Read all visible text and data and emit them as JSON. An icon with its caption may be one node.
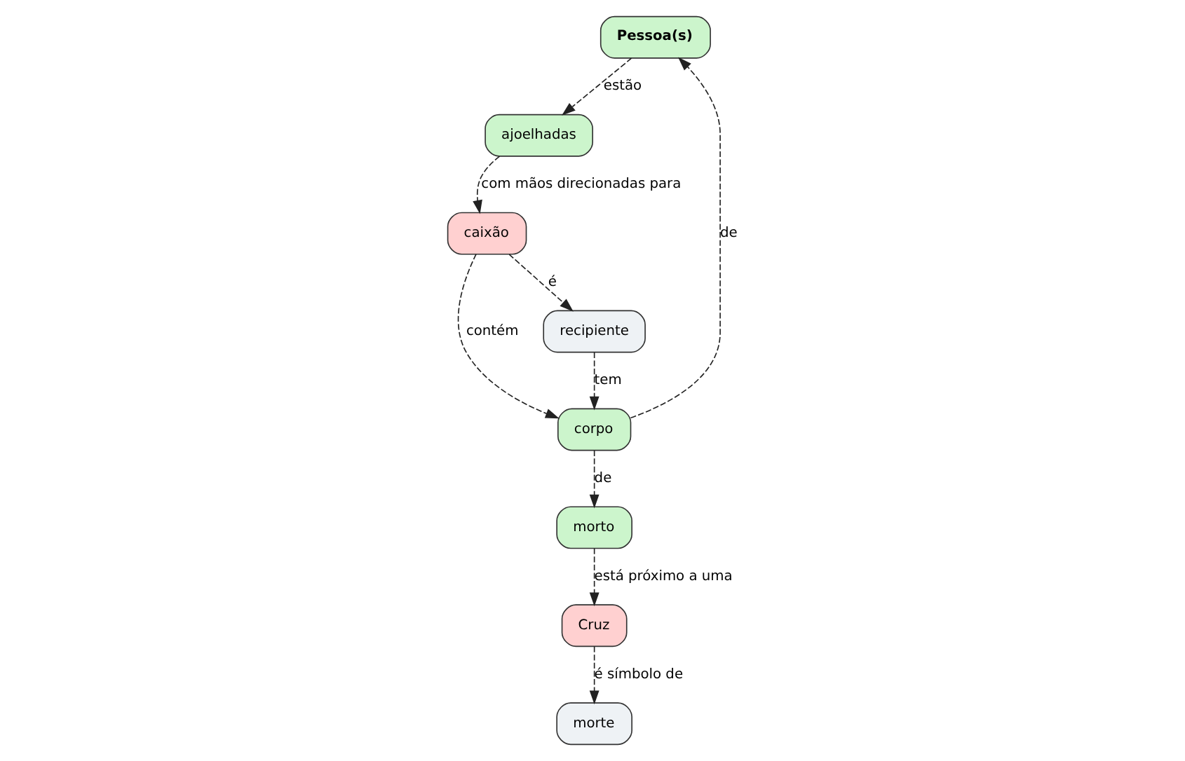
{
  "diagram": {
    "nodes": [
      {
        "text": [
          "Pessoa(s)"
        ]
      },
      {
        "text": [
          "ajoelhadas"
        ]
      },
      {
        "text": [
          "caixão"
        ]
      },
      {
        "text": [
          "corpo"
        ]
      },
      {
        "text": [
          "morto"
        ]
      },
      {
        "text": [
          "recipiente"
        ]
      },
      {
        "text": [
          "Cruz"
        ]
      },
      {
        "text": [
          "morte"
        ]
      }
    ],
    "edges": [
      {
        "from": 0,
        "to": 1,
        "arrow": "to",
        "label": "estão",
        "style": "dashed"
      },
      {
        "from": 1,
        "to": 2,
        "arrow": "to",
        "label": "com mãos direcionadas para",
        "style": "dashed"
      },
      {
        "from": 2,
        "to": 3,
        "arrow": "to",
        "label": "contém",
        "style": "dashed"
      },
      {
        "from": 2,
        "to": 5,
        "arrow": "to",
        "label": "é",
        "style": "dashed"
      },
      {
        "from": 5,
        "to": 3,
        "arrow": "to",
        "label": "tem",
        "style": "dashed"
      },
      {
        "from": 3,
        "to": 0,
        "arrow": "to",
        "label": "de",
        "style": "dashed"
      },
      {
        "from": 3,
        "to": 4,
        "arrow": "to",
        "label": "de",
        "style": "dashed"
      },
      {
        "from": 4,
        "to": 6,
        "arrow": "to",
        "label": "está próximo a uma",
        "style": "dashed"
      },
      {
        "from": 6,
        "to": 7,
        "arrow": "to",
        "label": "é símbolo de",
        "style": "dashed"
      }
    ]
  }
}
